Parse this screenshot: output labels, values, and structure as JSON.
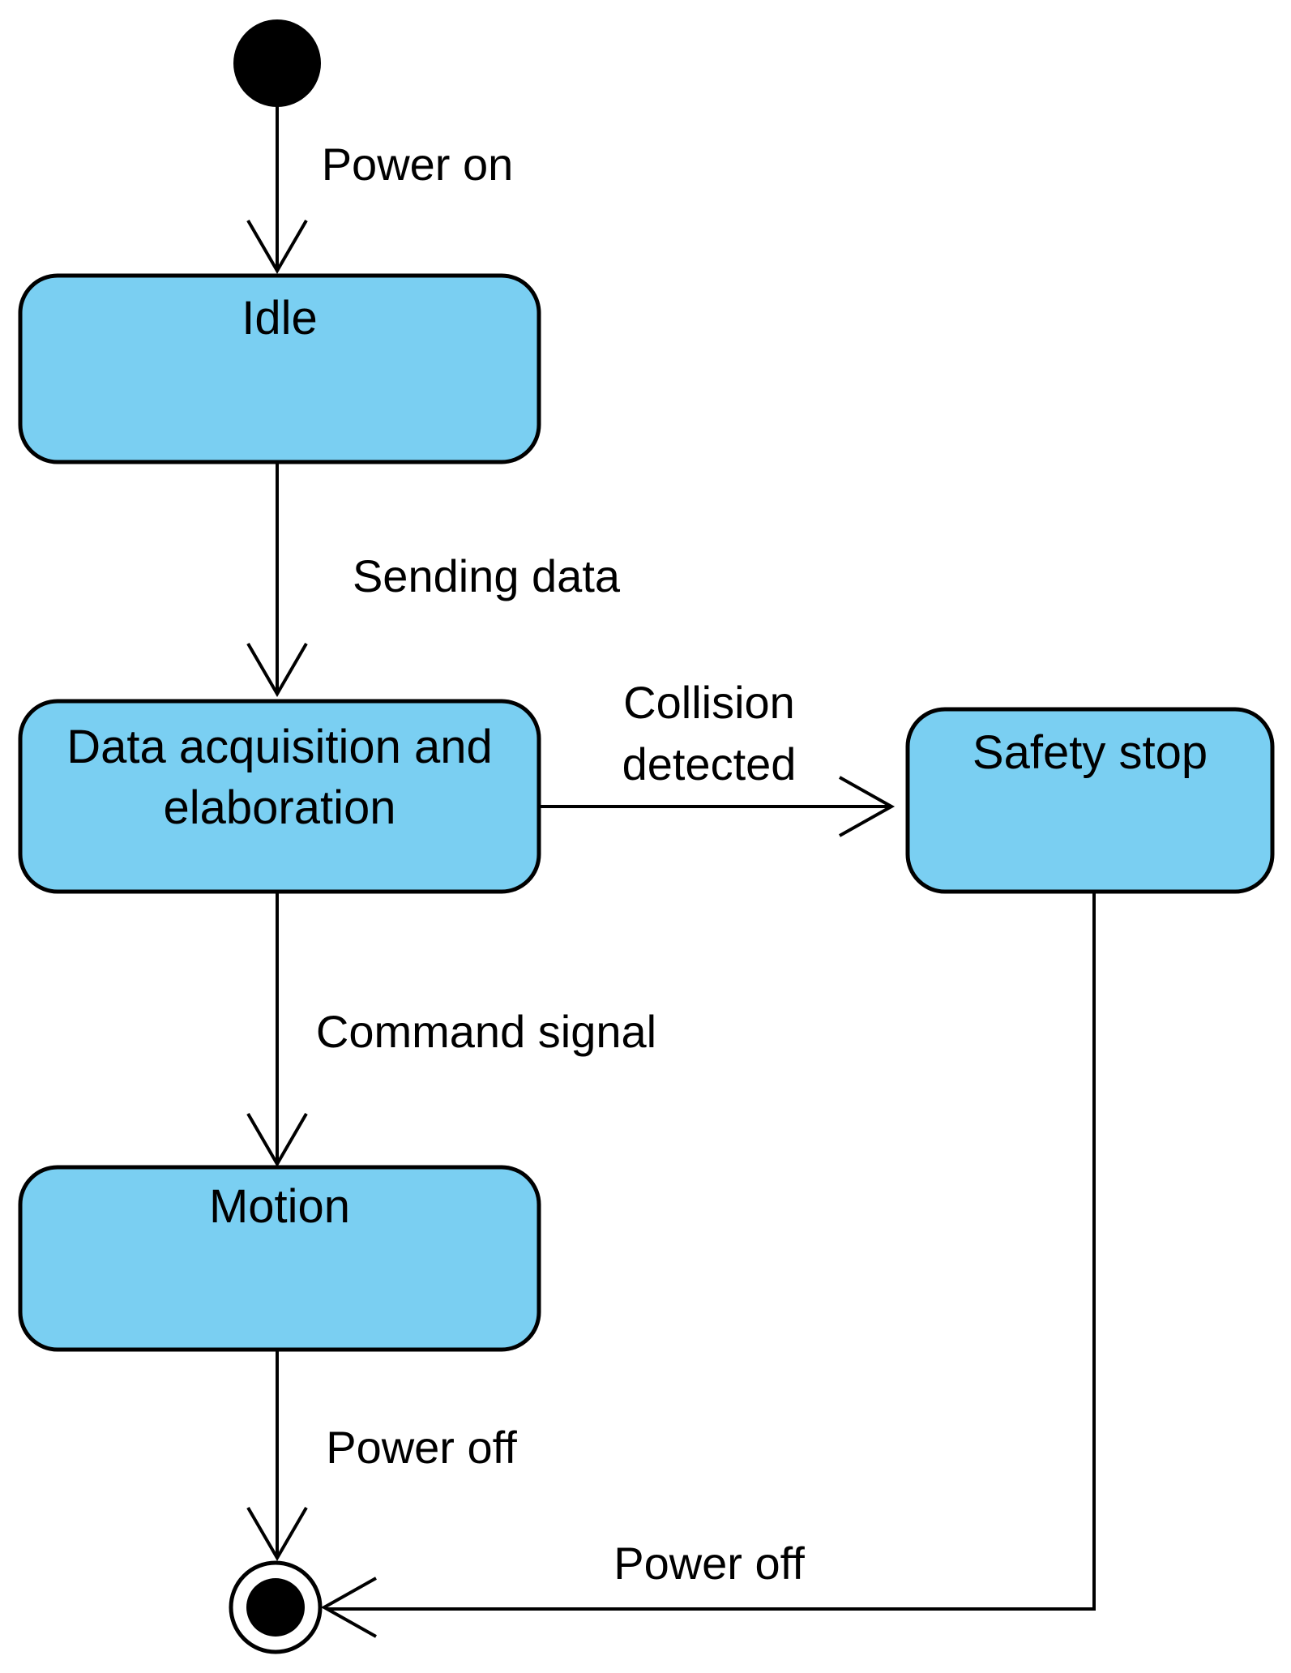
{
  "diagram": {
    "type": "uml-state-machine",
    "background": "#ffffff",
    "colors": {
      "state_fill": "#7ACFF2",
      "state_border": "#000000",
      "line": "#000000",
      "text": "#000000",
      "initial_fill": "#000000",
      "final_inner_fill": "#000000",
      "final_outer_fill": "#ffffff"
    },
    "states": {
      "initial": {
        "kind": "initial-pseudostate"
      },
      "idle": {
        "label": "Idle"
      },
      "data_acquisition": {
        "label_line1": "Data acquisition and",
        "label_line2": "elaboration"
      },
      "safety_stop": {
        "label": "Safety stop"
      },
      "motion": {
        "label": "Motion"
      },
      "final": {
        "kind": "final-state"
      }
    },
    "transitions": {
      "power_on": {
        "from": "initial",
        "to": "idle",
        "label": "Power on"
      },
      "sending_data": {
        "from": "idle",
        "to": "data_acquisition",
        "label": "Sending data"
      },
      "collision_detected": {
        "from": "data_acquisition",
        "to": "safety_stop",
        "label_line1": "Collision",
        "label_line2": "detected"
      },
      "command_signal": {
        "from": "data_acquisition",
        "to": "motion",
        "label": "Command signal"
      },
      "power_off_motion": {
        "from": "motion",
        "to": "final",
        "label": "Power off"
      },
      "power_off_safety": {
        "from": "safety_stop",
        "to": "final",
        "label": "Power off"
      }
    }
  }
}
